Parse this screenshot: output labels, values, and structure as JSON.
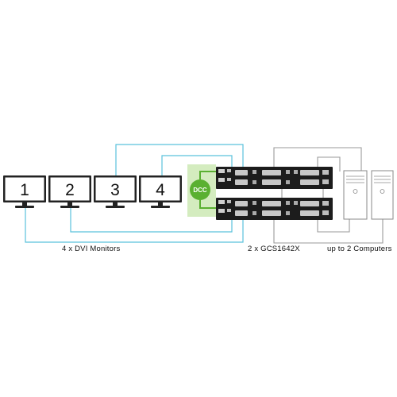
{
  "monitors": {
    "labels": [
      "1",
      "2",
      "3",
      "4"
    ],
    "caption": "4 x DVI Monitors"
  },
  "dcc": {
    "label": "DCC"
  },
  "switches": {
    "caption": "2 x GCS1642X"
  },
  "computers": {
    "caption": "up to 2 Computers"
  },
  "colors": {
    "monitor_cable": "#5bc2dc",
    "switch_cable": "#9a9a9a",
    "dcc_green": "#5ab031",
    "dcc_panel": "#d4ecbf",
    "device_body": "#1c1c1c",
    "monitor_frame": "#222222",
    "monitor_screen": "#ffffff"
  }
}
